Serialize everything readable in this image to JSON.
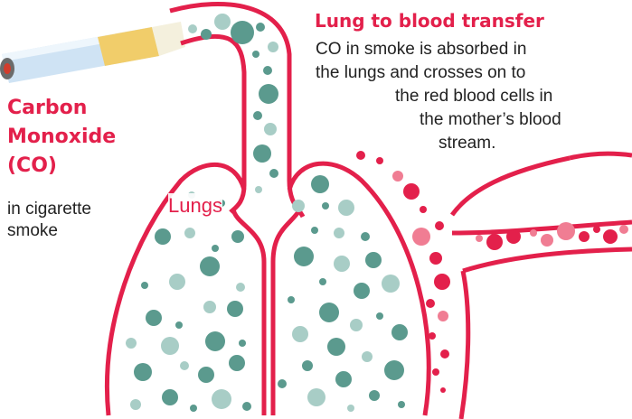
{
  "labels": {
    "co_title": [
      "Carbon",
      "Monoxide",
      "(CO)"
    ],
    "co_desc": [
      "in cigarette",
      "smoke"
    ],
    "transfer_title": "Lung to blood transfer",
    "transfer_body": [
      "CO in smoke is absorbed in",
      "the lungs and crosses on to",
      "the red blood cells in",
      "the mother’s blood",
      "stream."
    ],
    "lungs": "Lungs"
  },
  "colors": {
    "accent_red": "#e3204b",
    "co_teal_dark": "#5b9a8e",
    "co_teal_light": "#a8cdc6",
    "blood_red": "#e3204b",
    "blood_pink": "#f07d93"
  },
  "icons": [
    "cigarette-icon"
  ]
}
